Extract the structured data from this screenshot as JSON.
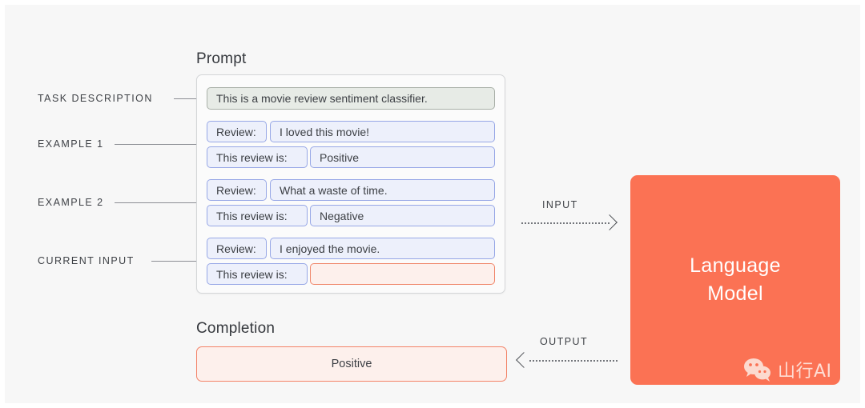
{
  "canvas": {
    "background": "#f7f7f7",
    "accent": "#fb7254"
  },
  "side_labels": [
    {
      "text": "TASK DESCRIPTION"
    },
    {
      "text": "EXAMPLE 1"
    },
    {
      "text": "EXAMPLE 2"
    },
    {
      "text": "CURRENT INPUT"
    }
  ],
  "prompt": {
    "title": "Prompt",
    "task_description": "This is a movie review sentiment classifier.",
    "examples": [
      {
        "review_label": "Review:",
        "review_text": "I loved this movie!",
        "answer_label": "This review is:",
        "answer_text": "Positive"
      },
      {
        "review_label": "Review:",
        "review_text": "What a waste of time.",
        "answer_label": "This review is:",
        "answer_text": "Negative"
      }
    ],
    "current_input": {
      "review_label": "Review:",
      "review_text": "I enjoyed the movie.",
      "answer_label": "This review is:",
      "answer_text": ""
    }
  },
  "completion": {
    "title": "Completion",
    "value": "Positive"
  },
  "model": {
    "line1": "Language",
    "line2": "Model",
    "color": "#fb7254"
  },
  "flow": {
    "input_label": "INPUT",
    "output_label": "OUTPUT"
  },
  "watermark": {
    "text": "山行AI",
    "icon": "wechat-icon"
  }
}
